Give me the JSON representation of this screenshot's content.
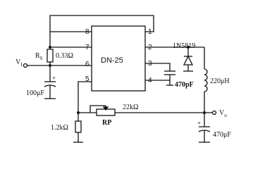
{
  "ic": {
    "name": "DN-25",
    "pins": {
      "p1": "1",
      "p2": "2",
      "p3": "3",
      "p4": "4",
      "p5": "5",
      "p6": "6",
      "p7": "7",
      "p8": "8"
    }
  },
  "labels": {
    "vin_main": "V",
    "vin_sub": "I",
    "vout_main": "V",
    "vout_sub": "o",
    "rs_main": "R",
    "rs_sub": "S",
    "rs_value": "0.33Ω",
    "c_in": "100μF",
    "c_470_ic": "470pF",
    "diode": "1N5819",
    "inductor": "220μH",
    "rp_value": "22kΩ",
    "rp_name": "RP",
    "r_1k2": "1.2kΩ",
    "c_out": "470μF"
  }
}
